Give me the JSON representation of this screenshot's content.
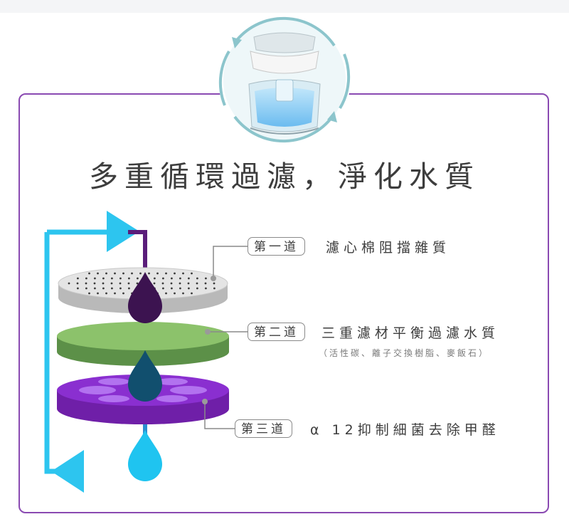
{
  "title": "多重循環過濾，淨化水質",
  "stages": [
    {
      "badge": "第一道",
      "text": "濾心棉阻擋雜質",
      "note": ""
    },
    {
      "badge": "第二道",
      "text": "三重濾材平衡過濾水質",
      "note": "（活性碳、離子交換樹脂、麥飯石）"
    },
    {
      "badge": "第三道",
      "text": "α 12抑制細菌去除甲醛",
      "note": ""
    }
  ],
  "colors": {
    "border": "#8a4ab2",
    "arrow": "#2dc5ef",
    "layer1": "#d8d8d8",
    "layer2": "#8cc26b",
    "layer3": "#8a2fd0",
    "drop1": "#3c1350",
    "drop2": "#114f6e",
    "drop3": "#1fc4f0"
  }
}
